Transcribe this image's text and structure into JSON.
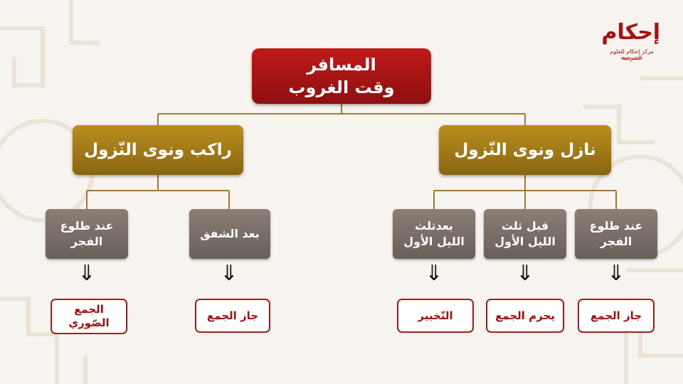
{
  "root": {
    "line1": "المسافر",
    "line2": "وقت الغروب"
  },
  "categories": {
    "riding": "راكب ونوى النّزول",
    "alighted": "نازل ونوى النّزول"
  },
  "times": {
    "riding_fajr": {
      "line1": "عند طلوع",
      "line2": "الفجر"
    },
    "riding_shafaq": {
      "line1": "بعد الشفق"
    },
    "alighted_after_third": {
      "line1": "بعدثلث",
      "line2": "الليل الأول"
    },
    "alighted_before_third": {
      "line1": "قبل ثلث",
      "line2": "الليل الأول"
    },
    "alighted_fajr": {
      "line1": "عند طلوع",
      "line2": "الفجر"
    }
  },
  "rulings": {
    "riding_fajr": {
      "line1": "الجمع",
      "line2": "الصّوري"
    },
    "riding_shafaq": "جاز الجمع",
    "alighted_after_third": "التّخيير",
    "alighted_before_third": "يحرم الجمع",
    "alighted_fajr": "جاز الجمع"
  },
  "arrow_glyph": "⇓",
  "logo": {
    "mark": "إحكام",
    "sub": "مركز إحكام للعلوم الشرعية",
    "sub2": "ihkaam.com"
  },
  "colors": {
    "root": "#a51313",
    "category": "#a57a18",
    "time": "#7a6f68",
    "ruling_border": "#b01818",
    "connector": "#a07a2e"
  }
}
